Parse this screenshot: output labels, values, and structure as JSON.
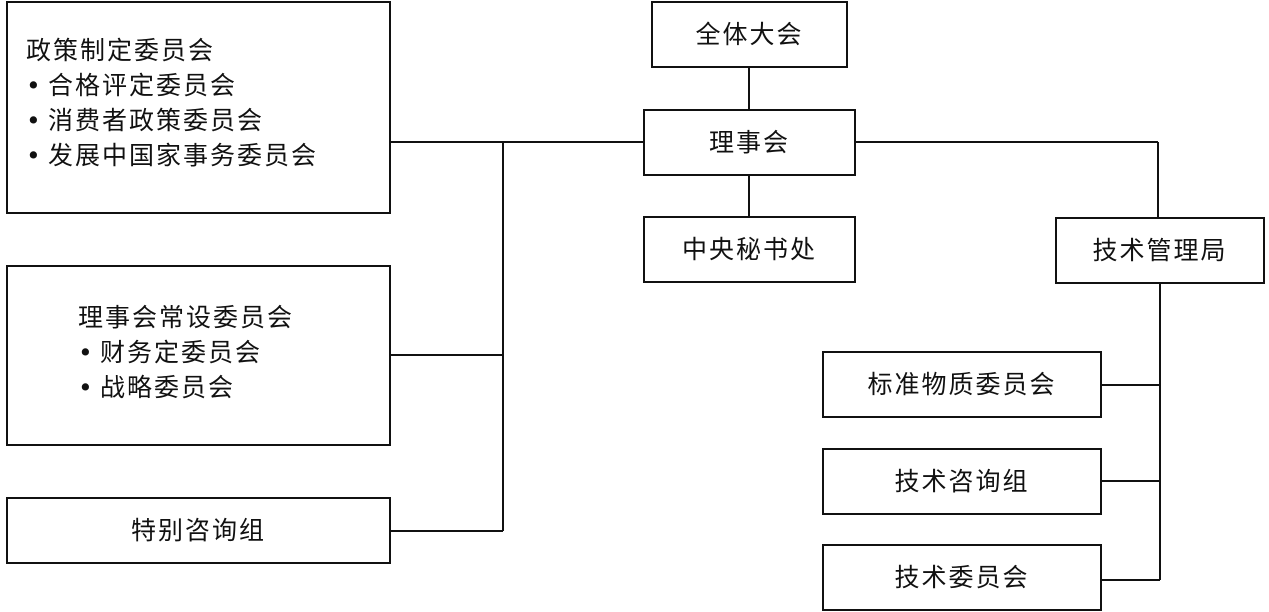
{
  "diagram": {
    "general_assembly": "全体大会",
    "council": "理事会",
    "central_secretariat": "中央秘书处",
    "technical_management_board": "技术管理局",
    "policy_committees": {
      "title": "政策制定委员会",
      "items": [
        "合格评定委员会",
        "消费者政策委员会",
        "发展中国家事务委员会"
      ]
    },
    "council_standing_committees": {
      "title": "理事会常设委员会",
      "items": [
        "财务定委员会",
        "战略委员会"
      ]
    },
    "special_advisory_group": "特别咨询组",
    "reference_materials_committee": "标准物质委员会",
    "technical_advisory_group": "技术咨询组",
    "technical_committees": "技术委员会"
  }
}
